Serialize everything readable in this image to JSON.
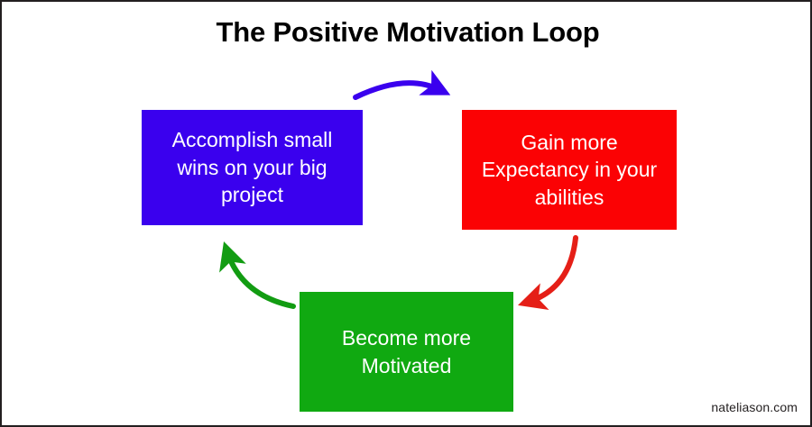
{
  "diagram": {
    "title": "The Positive Motivation Loop",
    "watermark": "nateliason.com",
    "background_color": "#ffffff",
    "frame_color": "#231f20",
    "nodes": [
      {
        "id": "accomplish",
        "label": "Accomplish small wins on your big project",
        "color": "#3a00ee",
        "text_color": "#ffffff"
      },
      {
        "id": "expectancy",
        "label": "Gain more Expectancy in your abilities",
        "color": "#fb0204",
        "text_color": "#ffffff"
      },
      {
        "id": "motivated",
        "label": "Become more Motivated",
        "color": "#10a911",
        "text_color": "#ffffff"
      }
    ],
    "arrows": [
      {
        "id": "accomplish-to-expectancy",
        "from": "accomplish",
        "to": "expectancy",
        "color": "#3a00ee"
      },
      {
        "id": "expectancy-to-motivated",
        "from": "expectancy",
        "to": "motivated",
        "color": "#e51f17"
      },
      {
        "id": "motivated-to-accomplish",
        "from": "motivated",
        "to": "accomplish",
        "color": "#129c12"
      }
    ]
  }
}
